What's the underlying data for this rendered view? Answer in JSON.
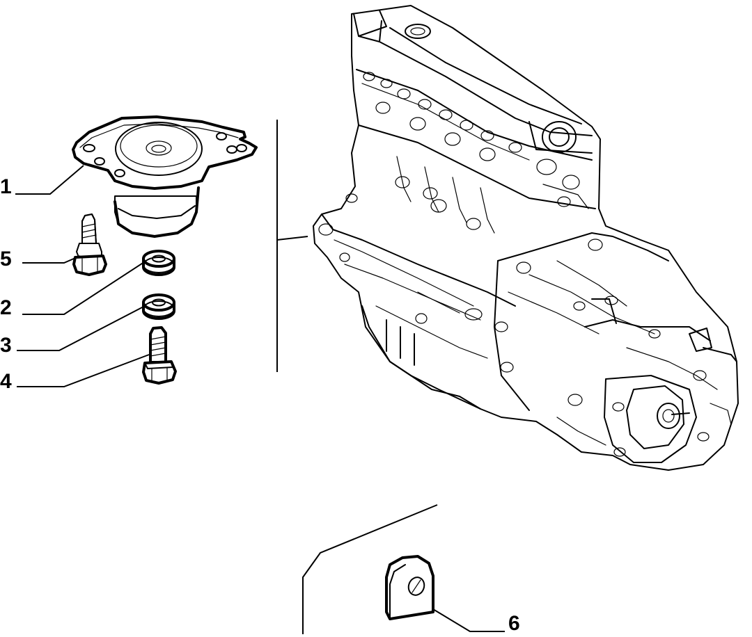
{
  "callouts": {
    "part1": "1",
    "part2": "2",
    "part3": "3",
    "part4": "4",
    "part5": "5",
    "part6": "6"
  }
}
